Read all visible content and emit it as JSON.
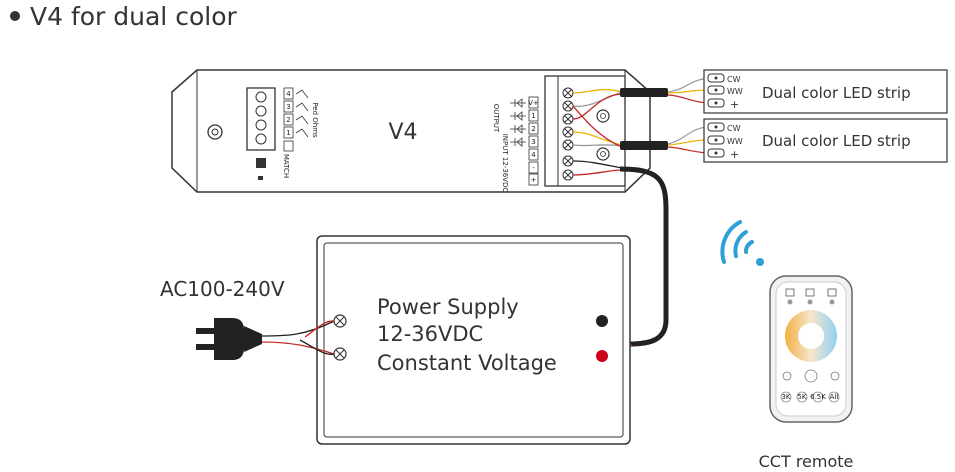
{
  "title": "V4 for dual color",
  "controller": {
    "model": "V4",
    "match_label": "MATCH",
    "dip_label": "Ped Ohms",
    "output_label": "OUTPUT",
    "input_label": "INPUT 12-36VDC",
    "dip_numbers": [
      "4",
      "3",
      "2",
      "1"
    ],
    "output_terminals": [
      "V+",
      "1",
      "2",
      "3",
      "4"
    ],
    "input_terminals": [
      "-",
      "+"
    ]
  },
  "strips": [
    {
      "label": "Dual color LED strip",
      "pins": [
        "CW",
        "WW",
        "+"
      ]
    },
    {
      "label": "Dual color LED strip",
      "pins": [
        "CW",
        "WW",
        "+"
      ]
    }
  ],
  "power_supply": {
    "line1": "Power Supply",
    "line2": "12-36VDC",
    "line3": "Constant Voltage"
  },
  "ac_label": "AC100-240V",
  "remote": {
    "label": "CCT remote",
    "buttons": [
      "3K",
      "5K",
      "6.5K",
      "All"
    ]
  },
  "colors": {
    "wire_black": "#222222",
    "wire_red": "#c62828",
    "wire_yellow": "#e8b400",
    "wifi_blue": "#2f9fd8",
    "terminal_red": "#d0021b"
  }
}
